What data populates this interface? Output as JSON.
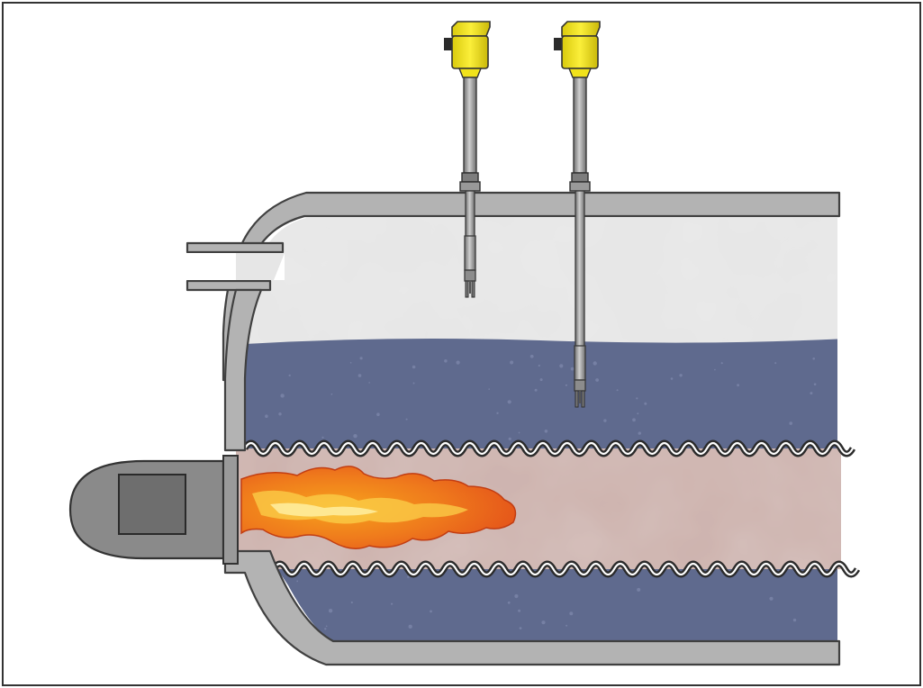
{
  "diagram": {
    "components": [
      {
        "id": "burner",
        "icon": "burner-housing-icon"
      },
      {
        "id": "flame-tube",
        "icon": "corrugated-flame-tube-icon"
      },
      {
        "id": "flame",
        "icon": "flame-icon"
      },
      {
        "id": "liquid",
        "icon": "liquid-icon"
      },
      {
        "id": "vapor",
        "icon": "steam-icon"
      },
      {
        "id": "steam-outlet",
        "icon": "pipe-icon"
      },
      {
        "id": "sensor-1",
        "icon": "vibrating-level-switch-icon"
      },
      {
        "id": "sensor-2",
        "icon": "vibrating-level-switch-icon"
      }
    ],
    "colors": {
      "frame": "#333333",
      "wall": "#b3b3b3",
      "wall_outline": "#404040",
      "vapor": "#e6e6e6",
      "liquid": "#5f6a8e",
      "flue_gas": "#cdb2ad",
      "flame_outer": "#e4521a",
      "flame_inner": "#f7a21d",
      "burner": "#8a8a8a",
      "burner_window": "#6e6e6e",
      "sensor_head": "#f1e21b",
      "sensor_rod": "#9b9b9b"
    }
  }
}
